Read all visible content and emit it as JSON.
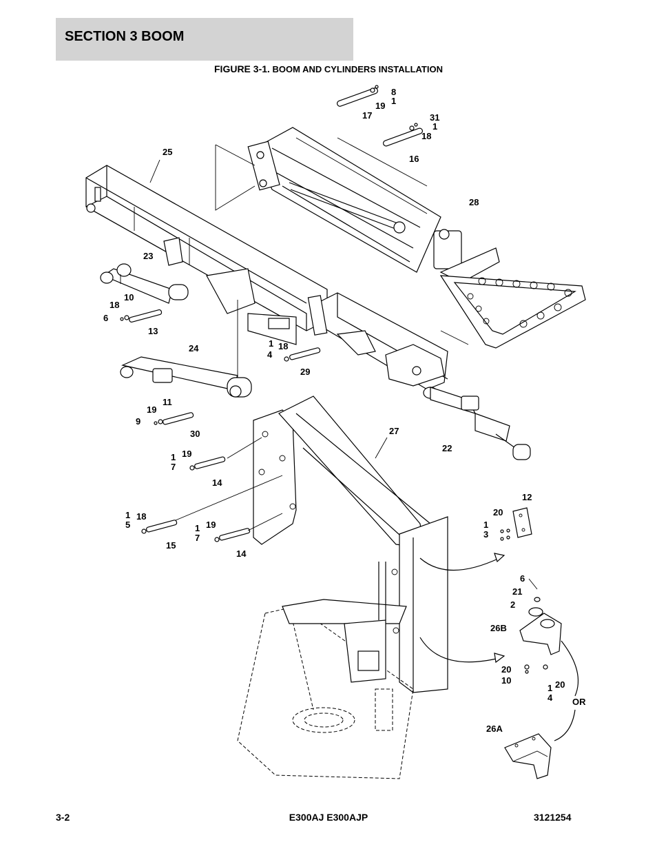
{
  "header": {
    "section_title": "SECTION 3   BOOM"
  },
  "figure": {
    "title_lead": "FIGURE 3-1.",
    "title_rest": " BOOM AND CYLINDERS INSTALLATION"
  },
  "callouts": [
    {
      "text": "8"
    },
    {
      "text": "1"
    },
    {
      "text": "19"
    },
    {
      "text": "17"
    },
    {
      "text": "31"
    },
    {
      "text": "1"
    },
    {
      "text": "18"
    },
    {
      "text": "16"
    },
    {
      "text": "25"
    },
    {
      "text": "28"
    },
    {
      "text": "23"
    },
    {
      "text": "10"
    },
    {
      "text": "18"
    },
    {
      "text": "6"
    },
    {
      "text": "13"
    },
    {
      "text": "1"
    },
    {
      "text": "18"
    },
    {
      "text": "4"
    },
    {
      "text": "29"
    },
    {
      "text": "24"
    },
    {
      "text": "11"
    },
    {
      "text": "19"
    },
    {
      "text": "9"
    },
    {
      "text": "30"
    },
    {
      "text": "27"
    },
    {
      "text": "22"
    },
    {
      "text": "19"
    },
    {
      "text": "1"
    },
    {
      "text": "7"
    },
    {
      "text": "14"
    },
    {
      "text": "12"
    },
    {
      "text": "1"
    },
    {
      "text": "18"
    },
    {
      "text": "5"
    },
    {
      "text": "15"
    },
    {
      "text": "19"
    },
    {
      "text": "1"
    },
    {
      "text": "7"
    },
    {
      "text": "14"
    },
    {
      "text": "20"
    },
    {
      "text": "1"
    },
    {
      "text": "3"
    },
    {
      "text": "6"
    },
    {
      "text": "21"
    },
    {
      "text": "2"
    },
    {
      "text": "26B"
    },
    {
      "text": "20"
    },
    {
      "text": "10"
    },
    {
      "text": "1"
    },
    {
      "text": "20"
    },
    {
      "text": "4"
    },
    {
      "text": "OR"
    },
    {
      "text": "26A"
    }
  ],
  "footer": {
    "page_number": "3-2",
    "model": "E300AJ E300AJP",
    "doc_number": "3121254"
  }
}
